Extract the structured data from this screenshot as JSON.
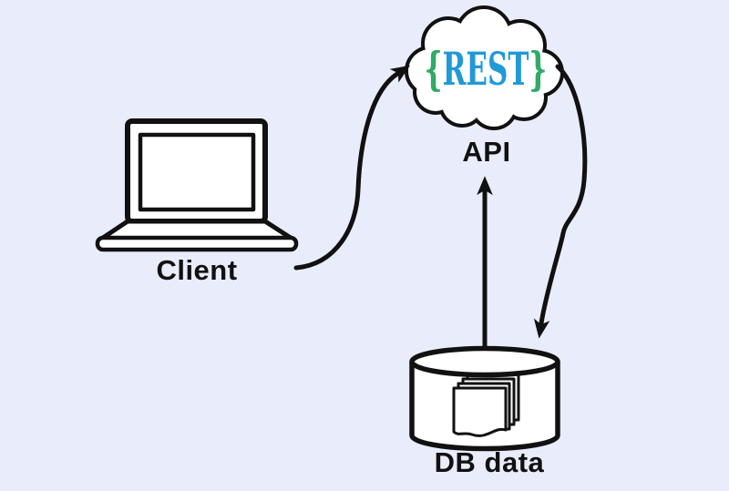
{
  "colors": {
    "background": "#e9edfb",
    "ink": "#111111",
    "shape_fill": "#ffffff",
    "rest_text": "#1f9ad6",
    "rest_braces": "#2fab66"
  },
  "cloud": {
    "brace_open": "{",
    "text": "REST",
    "brace_close": "}"
  },
  "labels": {
    "client": "Client",
    "api": "API",
    "db": "DB data"
  },
  "arrows": [
    {
      "name": "client-to-api",
      "from": "Client",
      "to": "API"
    },
    {
      "name": "api-to-db",
      "from": "API",
      "to": "DB data"
    },
    {
      "name": "db-to-api",
      "from": "DB data",
      "to": "API"
    }
  ]
}
